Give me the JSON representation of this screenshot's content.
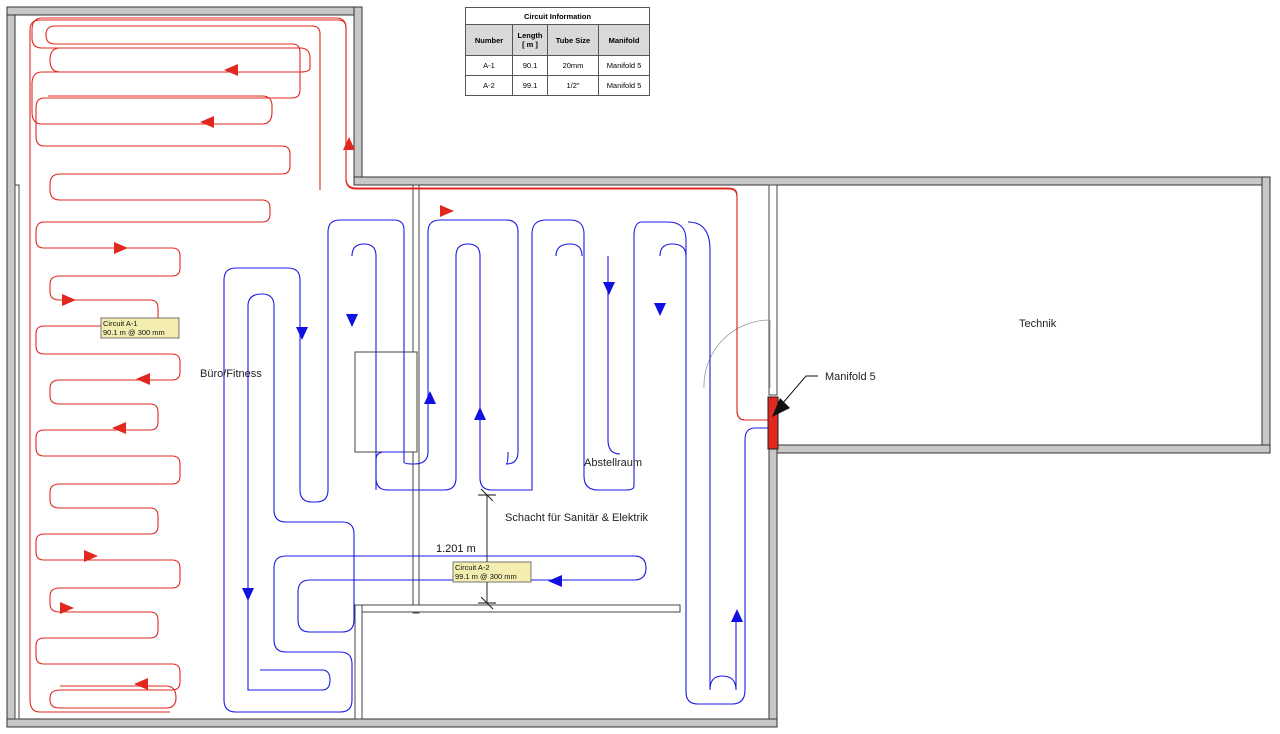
{
  "table": {
    "title": "Circuit Information",
    "headers": [
      "Number",
      "Length\n[ m ]",
      "Tube Size",
      "Manifold"
    ],
    "rows": [
      [
        "A-1",
        "90.1",
        "20mm",
        "Manifold 5"
      ],
      [
        "A-2",
        "99.1",
        "1/2\"",
        "Manifold 5"
      ]
    ]
  },
  "rooms": {
    "office": "Büro/Fitness",
    "storage": "Abstellraum",
    "technik": "Technik",
    "shaft": "Schacht für Sanitär & Elektrik"
  },
  "manifold_label": "Manifold 5",
  "dimension": "1.201 m",
  "circuit_tags": {
    "a1": {
      "line1": "Circuit A-1",
      "line2": "90.1 m @ 300 mm"
    },
    "a2": {
      "line1": "Circuit A-2",
      "line2": "99.1 m @ 300 mm"
    }
  },
  "colors": {
    "circuit_a1": "#e0281e",
    "circuit_a2": "#1a1ae6",
    "manifold": "#e0281e",
    "wall": "#c8c8c8",
    "tag_background": "#f3eeb0"
  }
}
